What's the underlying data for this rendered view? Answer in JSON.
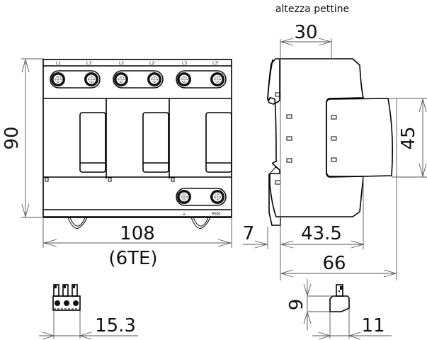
{
  "drawing": {
    "comb_height_label": "altezza pettine",
    "front_view": {
      "terminal_labels": [
        "L1",
        "L1'",
        "L2",
        "L2'",
        "L3",
        "L3'"
      ],
      "bottom_labels": {
        "ground_symbol": "⏚",
        "pen": "PEN"
      },
      "dimensions": {
        "height": "90",
        "width": "108",
        "width_units": "(6TE)"
      }
    },
    "side_view": {
      "dimensions": {
        "comb": "30",
        "front_height": "45",
        "rail_offset": "7",
        "depth_to_front": "43.5",
        "total_depth": "66"
      }
    },
    "comb_front": {
      "dimension": "15.3"
    },
    "comb_side": {
      "height": "9",
      "width": "11"
    }
  }
}
